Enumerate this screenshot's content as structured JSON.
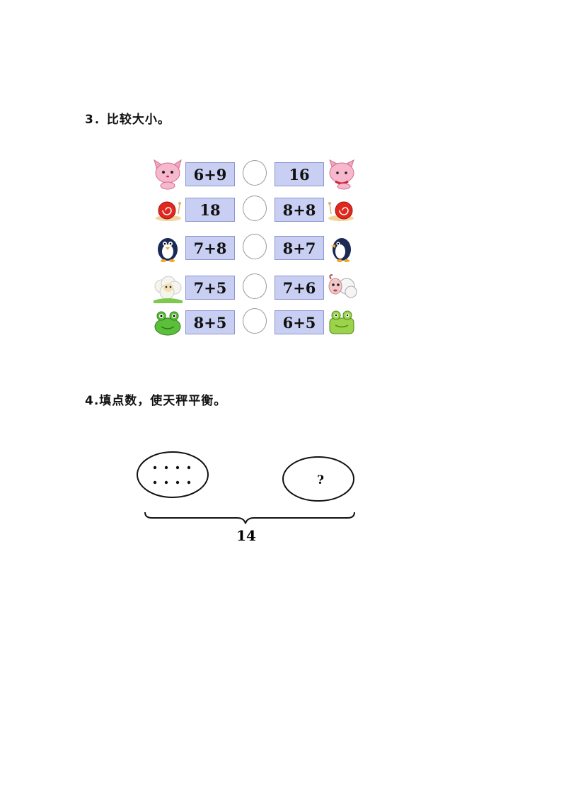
{
  "q3": {
    "title": "3．比较大小。",
    "rows": [
      {
        "animal": "cat-icon",
        "left": "6+9",
        "right": "16"
      },
      {
        "animal": "snail-icon",
        "left": "18",
        "right": "8+8"
      },
      {
        "animal": "penguin-icon",
        "left": "7+8",
        "right": "8+7"
      },
      {
        "animal": "sheep-icon",
        "left": "7+5",
        "right": "7+6"
      },
      {
        "animal": "frog-icon",
        "left": "8+5",
        "right": "6+5"
      }
    ]
  },
  "q4": {
    "title": "4.填点数，使天秤平衡。",
    "question_mark": "?",
    "total": "14",
    "left_dots": 8
  }
}
